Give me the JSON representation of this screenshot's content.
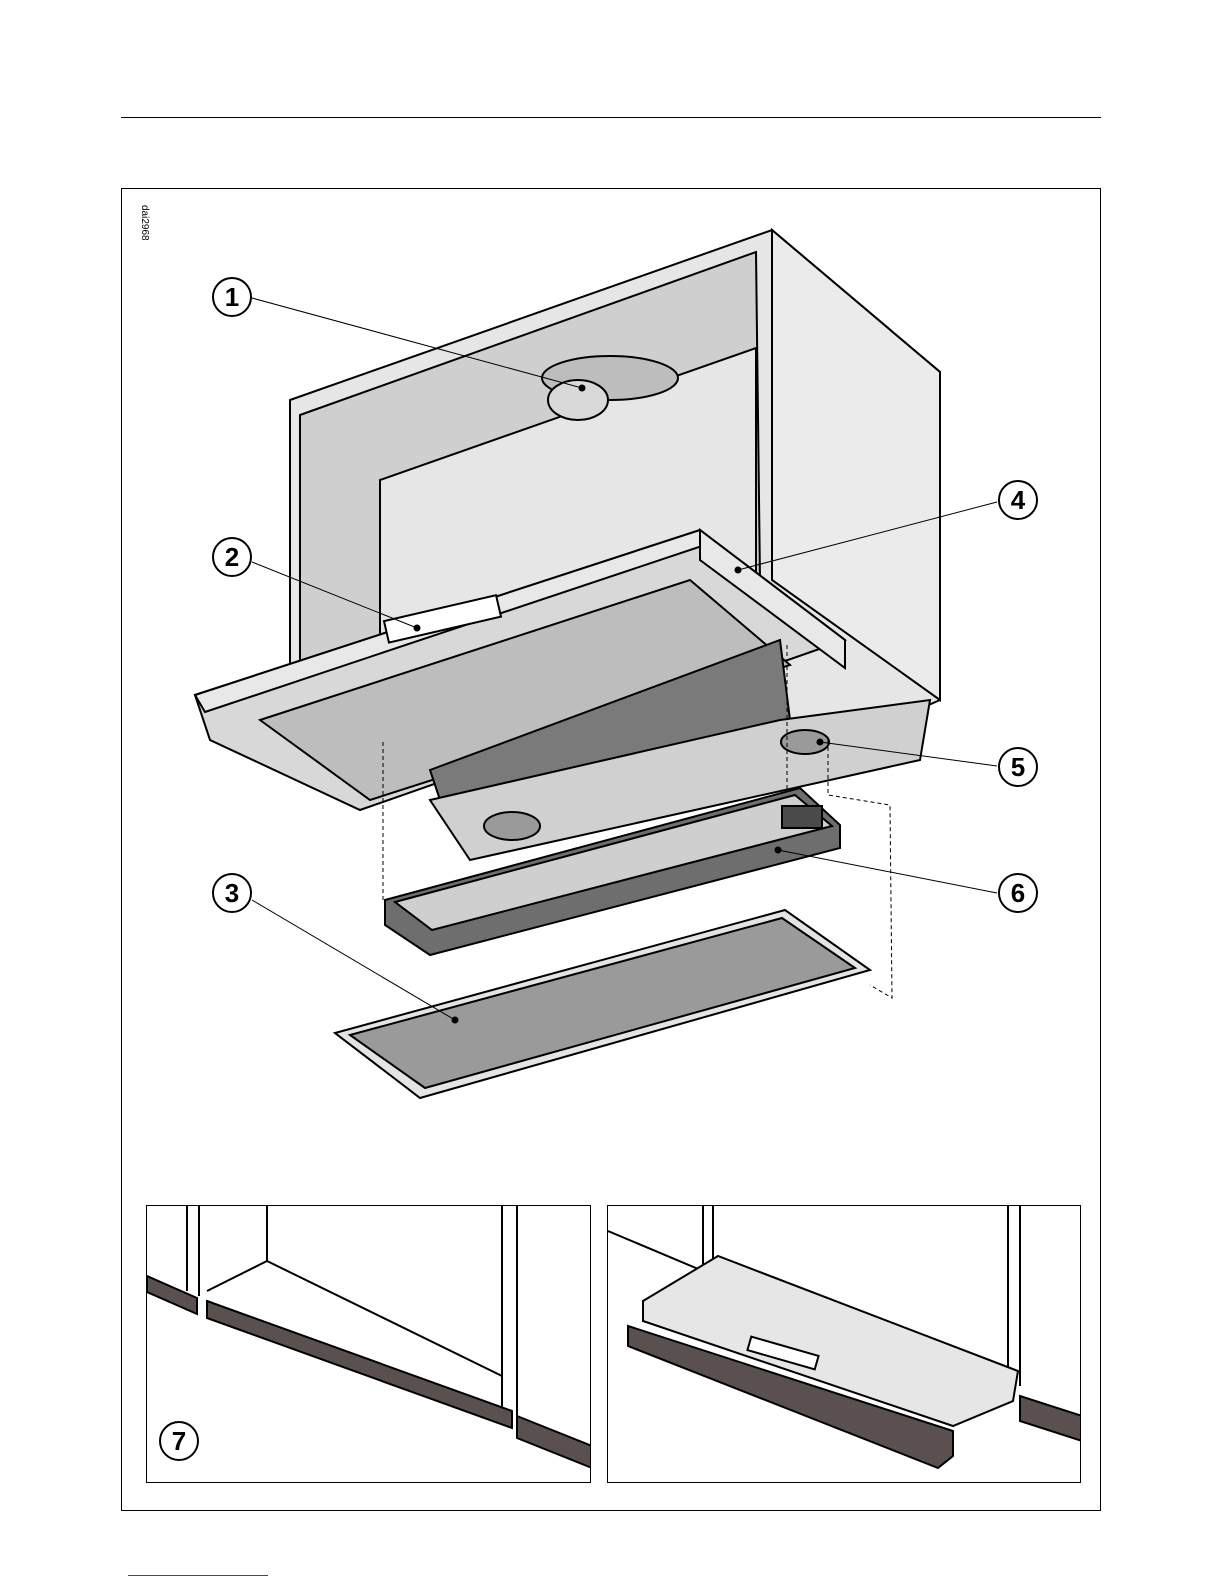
{
  "figure": {
    "code": "dai2968",
    "callouts": [
      {
        "id": "1",
        "label": "1"
      },
      {
        "id": "2",
        "label": "2"
      },
      {
        "id": "3",
        "label": "3"
      },
      {
        "id": "4",
        "label": "4"
      },
      {
        "id": "5",
        "label": "5"
      },
      {
        "id": "6",
        "label": "6"
      },
      {
        "id": "7",
        "label": "7"
      }
    ]
  },
  "colors": {
    "line": "#000000",
    "panel_light": "#e6e6e6",
    "panel_mid": "#c8c8c8",
    "panel_dark": "#7a7a7a",
    "trim_dark": "#5a5050"
  }
}
